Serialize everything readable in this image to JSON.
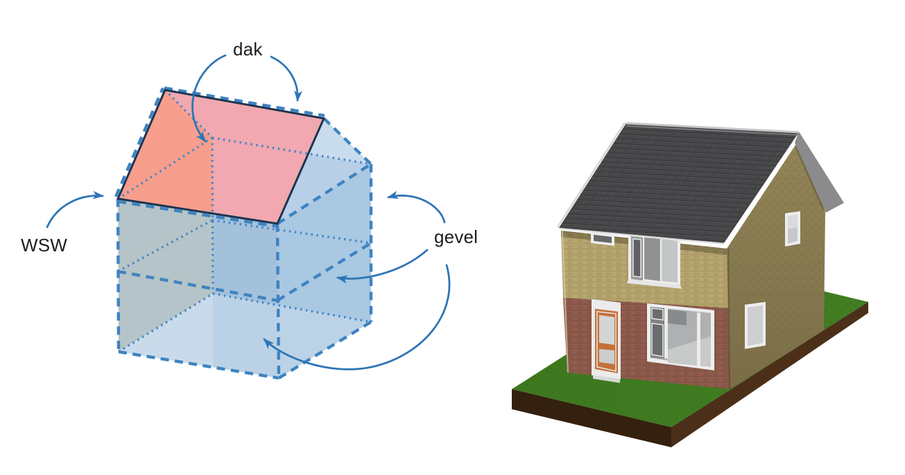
{
  "figure": {
    "description_visible_text_only": true,
    "labels": {
      "roof": "dak",
      "orientation": "WSW",
      "facade": "gevel"
    },
    "schematic": {
      "roof_face_color_rose": "#f1a8b0",
      "roof_face_color_salmon": "#f79e8d",
      "wall_color_blue": "#a9c8e2",
      "wall_color_shaded": "#b5c4c8",
      "edge_dashed_color": "#3f83c1",
      "edge_dotted_color": "#4687c5",
      "roof_outline_color": "#1b3550",
      "arrow_color": "#2e75b6",
      "label_text_color": "#1c1c1c"
    },
    "render": {
      "roof_color": "#48484a",
      "ridge_color": "#c6c6c8",
      "gable_trim_color": "#8b8b8d",
      "brick_upper_color": "#b3a26c",
      "brick_lower_color": "#8d5a4b",
      "side_wall_color": "#8c7f55",
      "door_color": "#c4703a",
      "window_frame_color": "#eeeeef",
      "grass_color": "#3f7b20",
      "soil_front_color": "#34200e",
      "soil_side_color": "#4b2f19"
    }
  }
}
